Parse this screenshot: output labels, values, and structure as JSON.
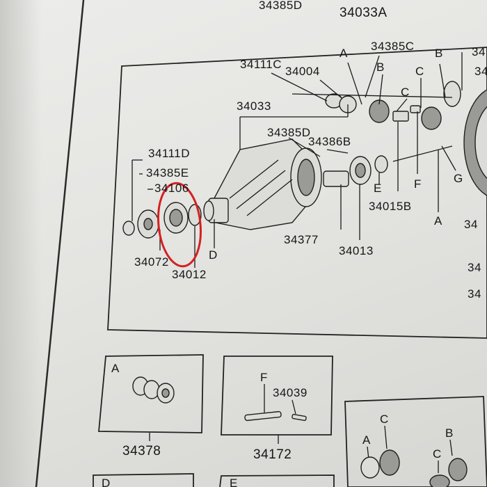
{
  "main_diagram": {
    "part_numbers": [
      "34385D_top",
      "34033A",
      "34385C",
      "34111C",
      "34004",
      "34033",
      "34385D",
      "34386B",
      "34111D",
      "34385E",
      "34106",
      "34015B",
      "34377",
      "34013",
      "34072",
      "34012",
      "34_right_top"
    ],
    "labels": {
      "top_cut": "34385D",
      "carrier_A": "34033A",
      "p34385C": "34385C",
      "p34111C": "34111C",
      "p34004": "34004",
      "p34033": "34033",
      "p34385D": "34385D",
      "p34386B": "34386B",
      "p34111D": "34111D",
      "p34385E": "34385E",
      "p34106": "34106",
      "p34015B": "34015B",
      "p34377": "34377",
      "p34013": "34013",
      "p34072": "34072",
      "p34012": "34012",
      "right_cut_1": "34",
      "right_cut_2": "34",
      "right_cut_3": "34",
      "right_cut_4": "34",
      "right_cut_5": "34"
    },
    "letters": {
      "A1": "A",
      "B1": "B",
      "C1": "C",
      "B2": "B",
      "C2": "C",
      "D": "D",
      "E": "E",
      "F": "F",
      "G": "G",
      "A2": "A"
    }
  },
  "sub_box_a": {
    "letter": "A",
    "part_number": "34378"
  },
  "sub_box_f": {
    "letter": "F",
    "part_number": "34039",
    "assembly_number": "34172"
  },
  "sub_box_right": {
    "letter_a": "A",
    "letter_c1": "C",
    "letter_c2": "C",
    "letter_b": "B"
  },
  "bottom_boxes": {
    "d_letter": "D",
    "e_letter": "E"
  },
  "annotation": {
    "color": "#d42020",
    "highlighted_part": "34106"
  }
}
